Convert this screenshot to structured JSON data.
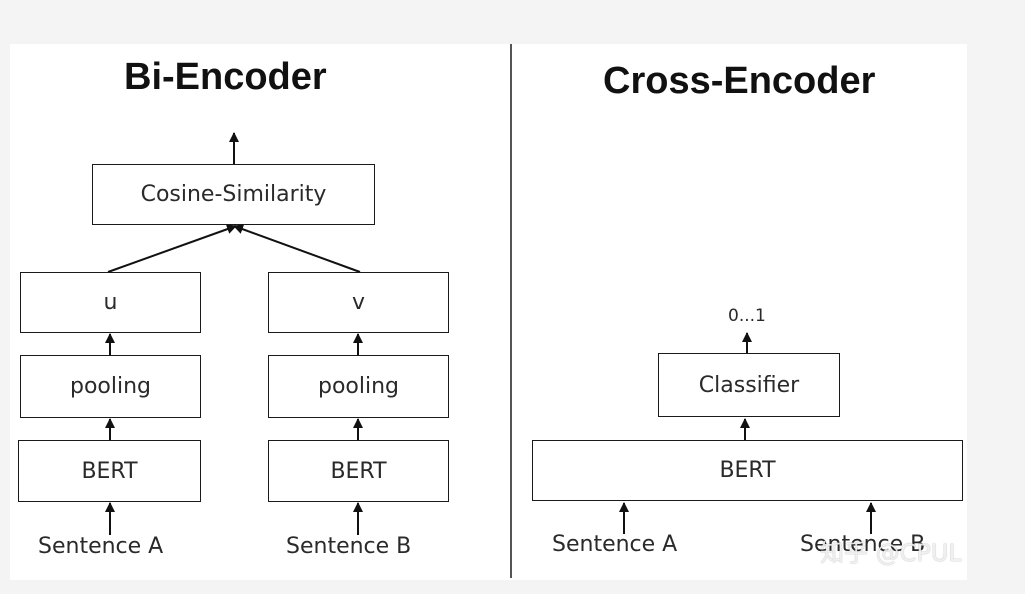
{
  "bi_encoder": {
    "title": "Bi-Encoder",
    "similarity_label": "Cosine-Similarity",
    "left_stack": {
      "output_label": "u",
      "pooling_label": "pooling",
      "bert_label": "BERT",
      "input_label": "Sentence A"
    },
    "right_stack": {
      "output_label": "v",
      "pooling_label": "pooling",
      "bert_label": "BERT",
      "input_label": "Sentence B"
    }
  },
  "cross_encoder": {
    "title": "Cross-Encoder",
    "output_label": "0...1",
    "classifier_label": "Classifier",
    "bert_label": "BERT",
    "input_a_label": "Sentence A",
    "input_b_label": "Sentence B"
  },
  "watermark": "知乎 @CPUL",
  "colors": {
    "stroke": "#1a1a1a",
    "text": "#2a2a2a",
    "background": "#ffffff",
    "outer_background": "#f4f4f4"
  }
}
